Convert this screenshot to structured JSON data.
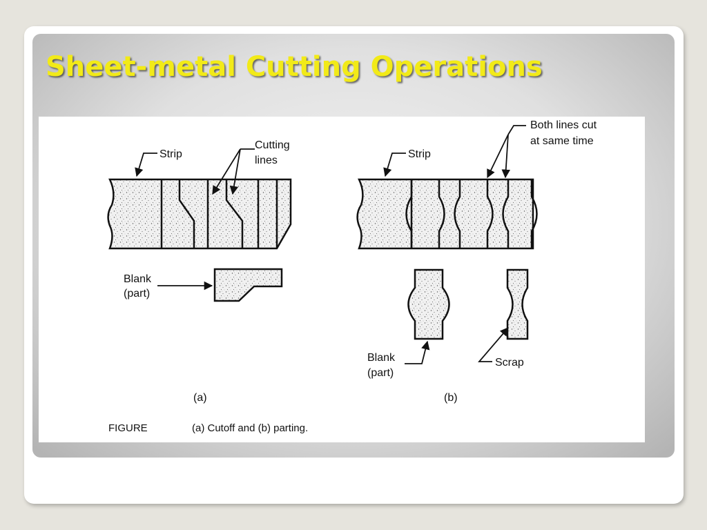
{
  "slide": {
    "title": "Sheet-metal Cutting Operations"
  },
  "figure": {
    "part_a": {
      "strip_label": "Strip",
      "cutting_lines_label_1": "Cutting",
      "cutting_lines_label_2": "lines",
      "blank_label_1": "Blank",
      "blank_label_2": "(part)",
      "panel_label": "(a)"
    },
    "part_b": {
      "strip_label": "Strip",
      "both_lines_label_1": "Both lines cut",
      "both_lines_label_2": "at same time",
      "blank_label_1": "Blank",
      "blank_label_2": "(part)",
      "scrap_label": "Scrap",
      "panel_label": "(b)"
    },
    "caption_prefix": "FIGURE",
    "caption_text": "(a) Cutoff and (b) parting."
  }
}
